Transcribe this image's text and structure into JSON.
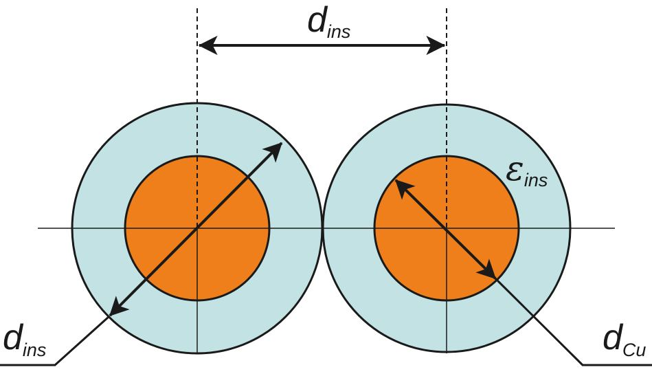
{
  "colors": {
    "insulation": "#c2e2e4",
    "copper": "#ee7f1a",
    "stroke": "#1a1a1a",
    "background": "#ffffff"
  },
  "labels": {
    "top_spacing": {
      "main": "d",
      "sub": "ins"
    },
    "left_diameter": {
      "main": "d",
      "sub": "ins"
    },
    "right_diameter": {
      "main": "d",
      "sub": "Cu"
    },
    "permittivity": {
      "main": "ε",
      "sub": "ins"
    }
  }
}
